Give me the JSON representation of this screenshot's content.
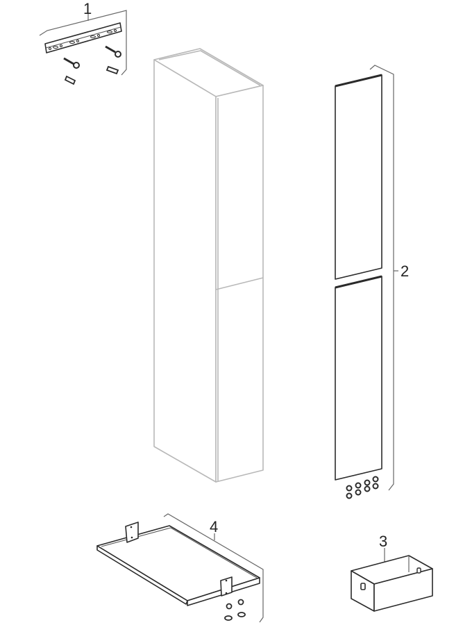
{
  "diagram": {
    "type": "exploded-assembly",
    "parts": [
      {
        "id": "part-1",
        "label": "1",
        "name": "wall mounting rail with screws and dowels"
      },
      {
        "id": "part-2",
        "label": "2",
        "name": "two front doors with fixing pins"
      },
      {
        "id": "part-3",
        "label": "3",
        "name": "storage box with handle cutouts"
      },
      {
        "id": "part-4",
        "label": "4",
        "name": "shelf tray with brackets and screws"
      }
    ],
    "main_item": "tall cabinet body",
    "colors": {
      "cabinet_outline": "#b8b8b8",
      "part_outline": "#2a2a2a",
      "leader": "#666666",
      "background": "#ffffff"
    }
  }
}
